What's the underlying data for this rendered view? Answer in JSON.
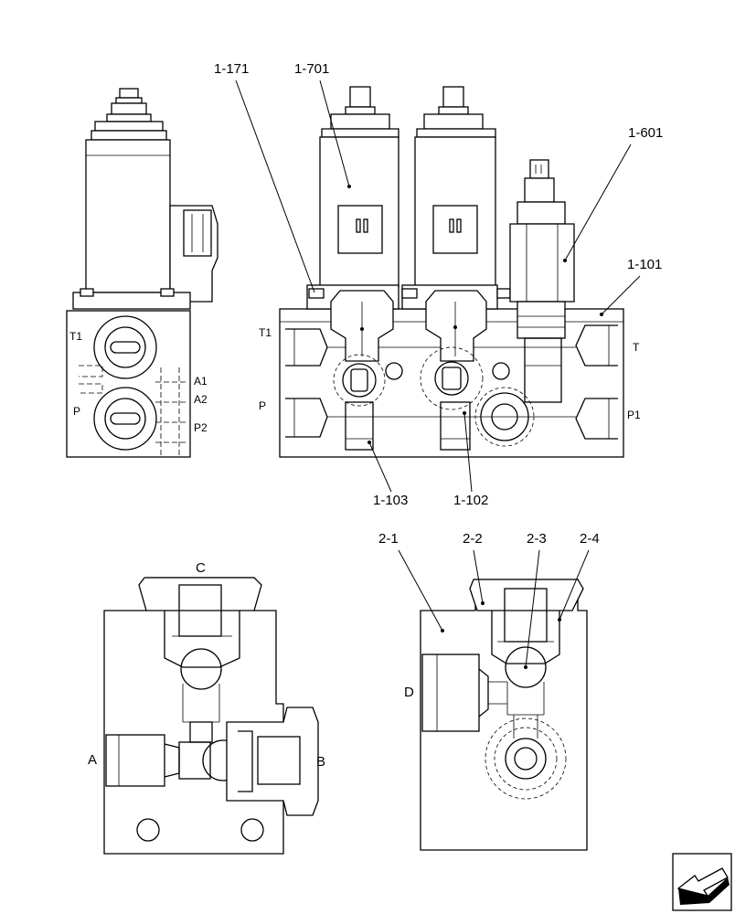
{
  "callouts": {
    "c1_171": "1-171",
    "c1_701": "1-701",
    "c1_601": "1-601",
    "c1_101": "1-101",
    "c1_103": "1-103",
    "c1_102": "1-102",
    "c2_1": "2-1",
    "c2_2": "2-2",
    "c2_3": "2-3",
    "c2_4": "2-4"
  },
  "ports": {
    "side_T1": "T1",
    "side_P": "P",
    "side_A1": "A1",
    "side_A2": "A2",
    "side_P2": "P2",
    "front_T1": "T1",
    "front_P": "P",
    "front_T": "T",
    "front_P1": "P1",
    "sec1_C": "C",
    "sec1_A": "A",
    "sec1_B": "B",
    "sec2_D": "D"
  },
  "icons": {
    "corner": "arrow-icon"
  }
}
